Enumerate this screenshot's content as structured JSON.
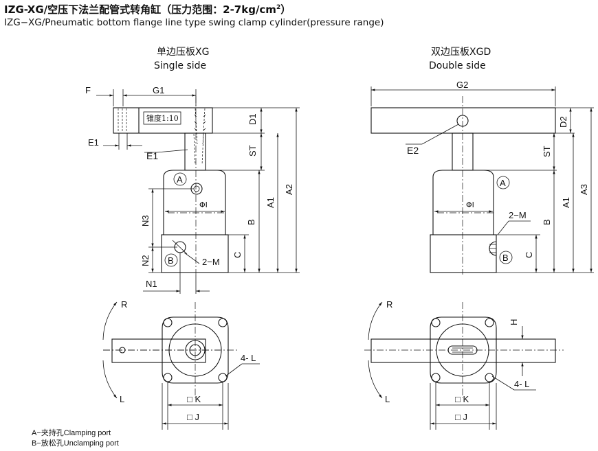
{
  "header": {
    "title": "IZG-XG/空压下法兰配管式转角缸（压力范围：2-7kg/cm",
    "title_sup": "2",
    "title_end": "）",
    "subtitle": "IZG−XG/Pneumatic bottom flange line type swing clamp cylinder(pressure range)"
  },
  "single": {
    "title_cn": "单边压板XG",
    "title_en": "Single side",
    "labels": {
      "F": "F",
      "G1": "G1",
      "E1_top": "E1",
      "E1_side": "E1",
      "taper": "锥度1:10",
      "D1": "D1",
      "ST": "ST",
      "A2": "A2",
      "A1": "A1",
      "B": "B",
      "C": "C",
      "N3": "N3",
      "N2": "N2",
      "N1": "N1",
      "phi": "ΦI",
      "port_a": "A",
      "port_b": "B",
      "m": "2−M"
    }
  },
  "double": {
    "title_cn": "双边压板XGD",
    "title_en": "Double side",
    "labels": {
      "G2": "G2",
      "D2": "D2",
      "ST": "ST",
      "A3": "A3",
      "A1": "A1",
      "B": "B",
      "C": "C",
      "E2": "E2",
      "phi": "ΦI",
      "port_a": "A",
      "port_b": "B",
      "m": "2−M"
    }
  },
  "bottom_left": {
    "R": "R",
    "L": "L",
    "l4": "4- L",
    "K": "□ K",
    "J": "□ J"
  },
  "bottom_right": {
    "R": "R",
    "L": "L",
    "H": "H",
    "l4": "4- L",
    "K": "□ K",
    "J": "□ J"
  },
  "notes": {
    "a": "A−夹持孔Clamping port",
    "b": "B−放松孔Unclamping port"
  }
}
